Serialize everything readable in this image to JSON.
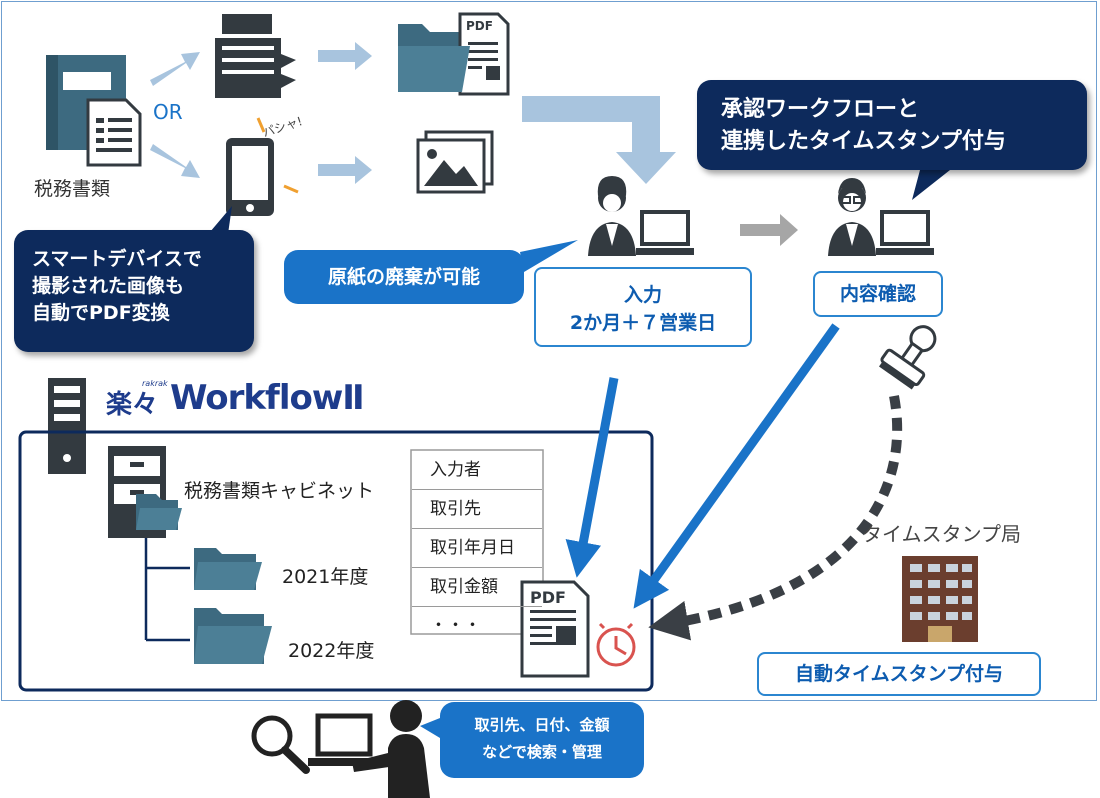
{
  "labels": {
    "or": "OR",
    "zeimu_shorui": "税務書類",
    "pasha": "パシャ!",
    "cabinet": "税務書類キャビネット",
    "year_2021": "2021年度",
    "year_2022": "2022年度",
    "timestamp_authority": "タイムスタンプ局",
    "pdf": "PDF"
  },
  "callouts": {
    "smart_device": "スマートデバイスで\n撮影された画像も\n自動でPDF変換",
    "approval": "承認ワークフローと\n連携したタイムスタンプ付与",
    "discard": "原紙の廃棄が可能",
    "search": "取引先、日付、金額\nなどで検索・管理"
  },
  "steps": {
    "input": "入力\n2か月＋７営業日",
    "confirm": "内容確認",
    "auto_timestamp": "自動タイムスタンプ付与"
  },
  "logo": {
    "kanji": "楽々",
    "small": "rakrak",
    "name": "WorkflowⅡ"
  },
  "fields": [
    "入力者",
    "取引先",
    "取引年月日",
    "取引金額",
    "・・・"
  ],
  "colors": {
    "navy": "#0d2a5c",
    "blue": "#1a73c8",
    "teal": "#3d6a80",
    "dark": "#333a40",
    "arrow_light": "#a8c4de",
    "arrow_gray": "#a6a6a6",
    "building": "#6b3e2e",
    "clock": "#d9534f",
    "logo_blue": "#1e3c8c"
  }
}
